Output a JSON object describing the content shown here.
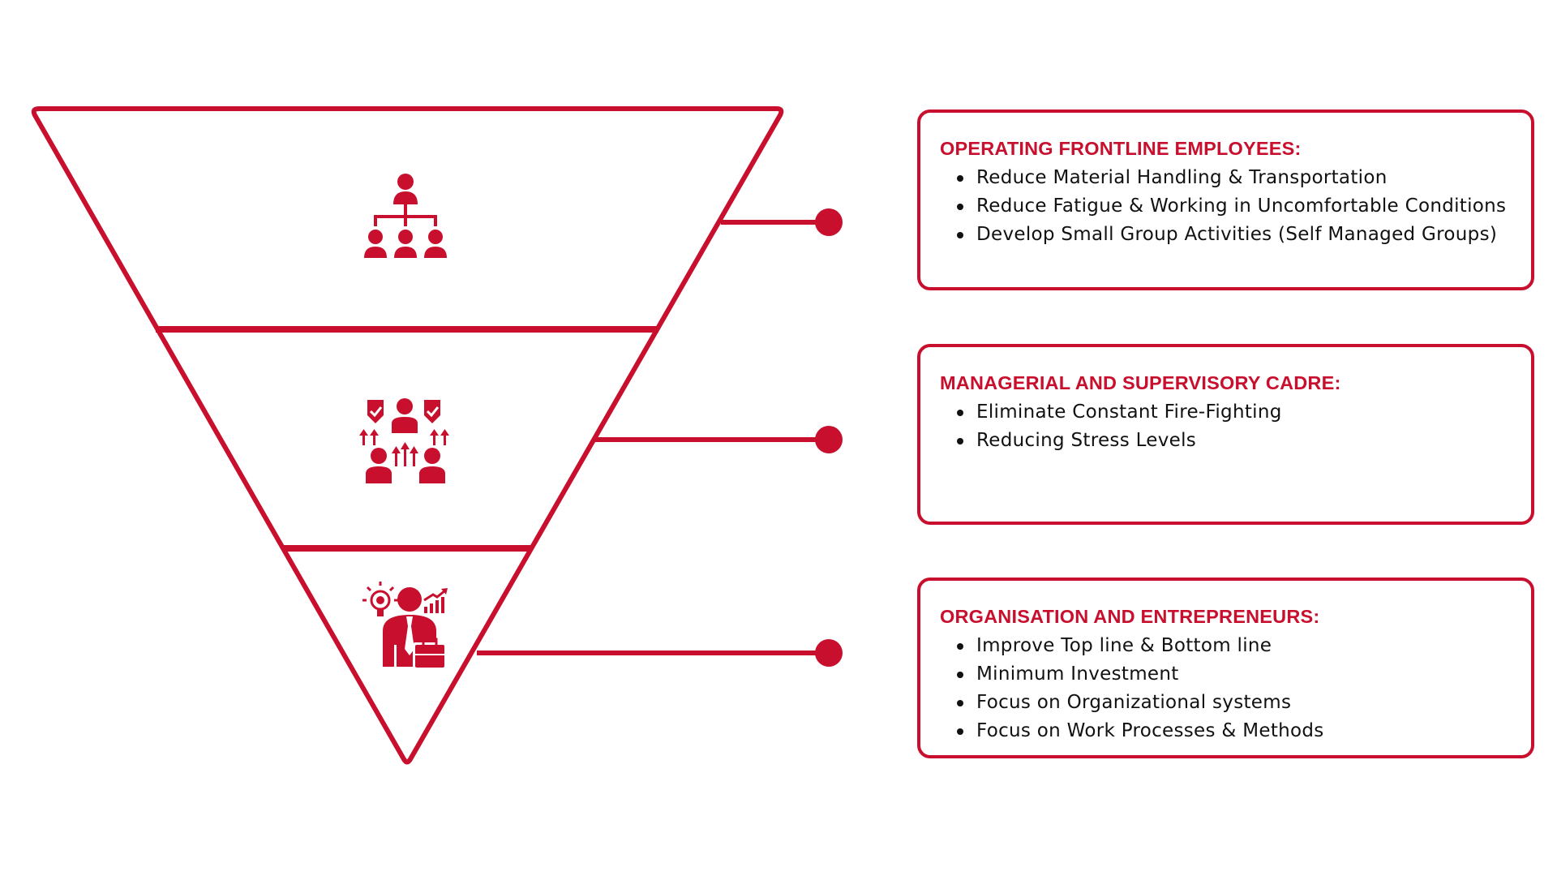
{
  "colors": {
    "accent": "#c8102e",
    "text": "#111111",
    "background": "#ffffff"
  },
  "funnel": {
    "levels": [
      {
        "icon": "org-hierarchy-icon"
      },
      {
        "icon": "team-growth-icon"
      },
      {
        "icon": "businessman-idea-icon"
      }
    ]
  },
  "cards": [
    {
      "title": "OPERATING FRONTLINE EMPLOYEES:",
      "items": [
        "Reduce Material Handling & Transportation",
        "Reduce Fatigue & Working in Uncomfortable Conditions",
        "Develop Small Group Activities (Self Managed Groups)"
      ]
    },
    {
      "title": "MANAGERIAL AND SUPERVISORY CADRE:",
      "items": [
        "Eliminate Constant Fire-Fighting",
        "Reducing Stress Levels"
      ]
    },
    {
      "title": "ORGANISATION AND ENTREPRENEURS:",
      "items": [
        "Improve Top line & Bottom line",
        "Minimum Investment",
        "Focus on Organizational systems",
        "Focus on Work Processes & Methods"
      ]
    }
  ]
}
